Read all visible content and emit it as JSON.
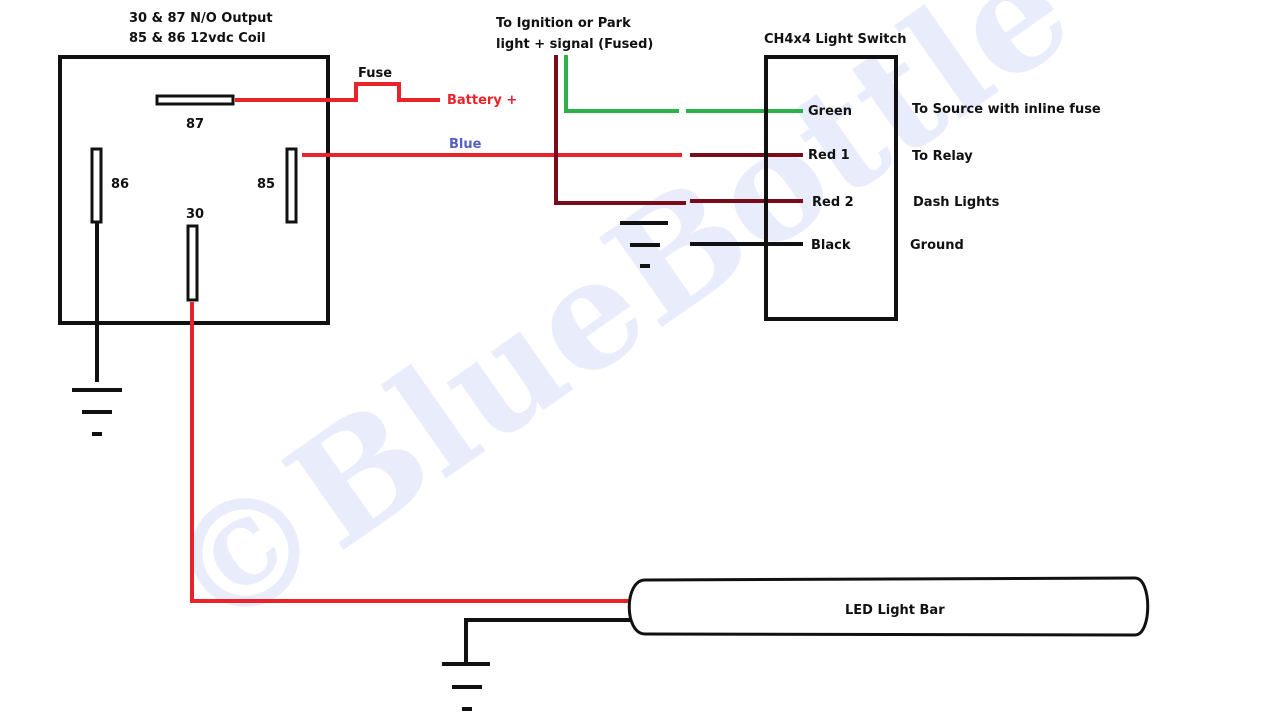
{
  "watermark": "©BlueBottle",
  "relay": {
    "note_line1": "30 & 87 N/O Output",
    "note_line2": "85 & 86 12vdc Coil",
    "pins": {
      "p87": "87",
      "p86": "86",
      "p85": "85",
      "p30": "30"
    }
  },
  "fuse_label": "Fuse",
  "battery_label": "Battery +",
  "blue_label": "Blue",
  "ignition_label": {
    "line1": "To Ignition or Park",
    "line2": "light + signal (Fused)"
  },
  "switch": {
    "title": "CH4x4 Light Switch",
    "wires": [
      {
        "name": "Green",
        "destination": "To Source with inline fuse"
      },
      {
        "name": "Red 1",
        "destination": "To Relay"
      },
      {
        "name": "Red 2",
        "destination": "Dash Lights"
      },
      {
        "name": "Black",
        "destination": "Ground"
      }
    ]
  },
  "light_bar_label": "LED Light Bar",
  "colors": {
    "red": "#e8232b",
    "dark_red": "#7a0b1a",
    "green": "#2ab24b",
    "black": "#111111",
    "blue_text": "#5560c8",
    "battery_text": "#e8232b",
    "watermark": "#e9ecfb"
  }
}
